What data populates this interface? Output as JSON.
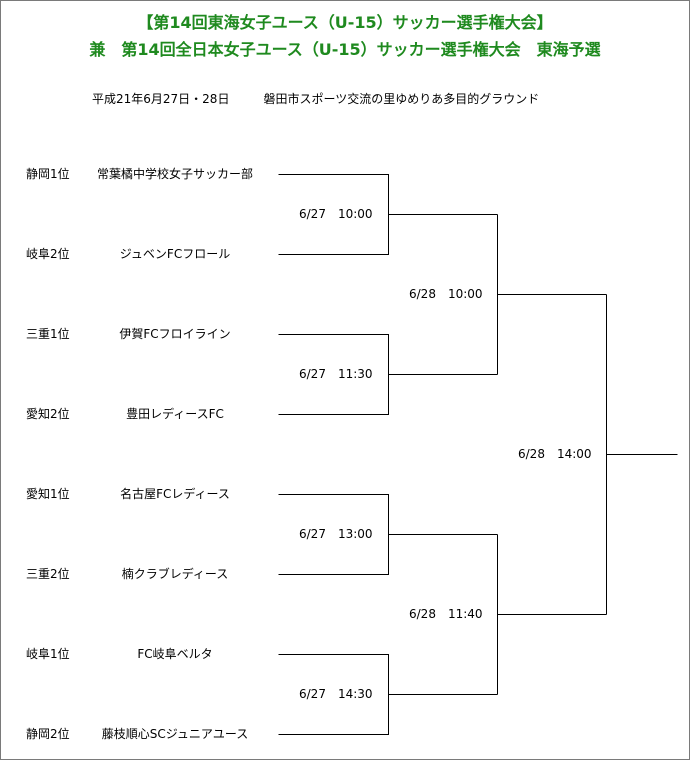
{
  "colors": {
    "title": "#1f8a1f",
    "lines": "#000000",
    "frame": "#7a7a7a"
  },
  "title_line1": "【第14回東海女子ユース（U-15）サッカー選手権大会】",
  "title_line2": "兼　第14回全日本女子ユース（U-15）サッカー選手権大会　東海予選",
  "date_venue": {
    "date": "平成21年6月27日・28日",
    "venue": "磐田市スポーツ交流の里ゆめりあ多目的グラウンド"
  },
  "entries": [
    {
      "seed": "静岡1位",
      "team": "常葉橘中学校女子サッカー部"
    },
    {
      "seed": "岐阜2位",
      "team": "ジュベンFCフロール"
    },
    {
      "seed": "三重1位",
      "team": "伊賀FCフロイライン"
    },
    {
      "seed": "愛知2位",
      "team": "豊田レディースFC"
    },
    {
      "seed": "愛知1位",
      "team": "名古屋FCレディース"
    },
    {
      "seed": "三重2位",
      "team": "楠クラブレディース"
    },
    {
      "seed": "岐阜1位",
      "team": "FC岐阜ベルタ"
    },
    {
      "seed": "静岡2位",
      "team": "藤枝順心SCジュニアユース"
    }
  ],
  "round1": [
    "6/27　10:00",
    "6/27　11:30",
    "6/27　13:00",
    "6/27　14:30"
  ],
  "semifinals": [
    "6/28　10:00",
    "6/28　11:40"
  ],
  "final": "6/28　14:00"
}
